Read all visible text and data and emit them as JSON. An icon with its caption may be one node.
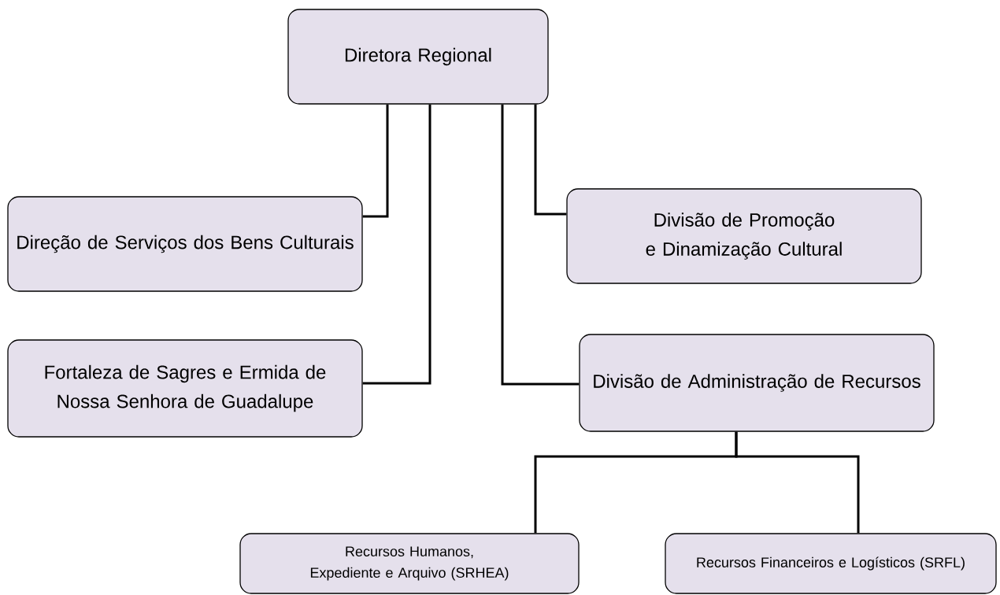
{
  "diagram": {
    "nodes": [
      {
        "text": [
          "Diretora Regional"
        ]
      },
      {
        "text": [
          "Direção de Serviços dos Bens Culturais"
        ]
      },
      {
        "text": [
          "Divisão de Promoção e Dinamização Cultural"
        ]
      },
      {
        "text": [
          "Fortaleza de Sagres e Ermida de Nossa Senhora de Guadalupe"
        ]
      },
      {
        "text": [
          "Divisão de Administração de Recursos"
        ]
      },
      {
        "text": [
          "Recursos Humanos, Expediente e Arquivo (SRHEA)"
        ]
      },
      {
        "text": [
          "Recursos Financeiros e Logísticos (SRFL)"
        ]
      }
    ],
    "edges": [
      {
        "from": 0,
        "to": 1,
        "arrow": "none"
      },
      {
        "from": 0,
        "to": 3,
        "arrow": "none"
      },
      {
        "from": 0,
        "to": 4,
        "arrow": "none"
      },
      {
        "from": 0,
        "to": 2,
        "arrow": "none"
      },
      {
        "from": 4,
        "to": 5,
        "arrow": "none"
      },
      {
        "from": 4,
        "to": 6,
        "arrow": "none"
      }
    ]
  }
}
